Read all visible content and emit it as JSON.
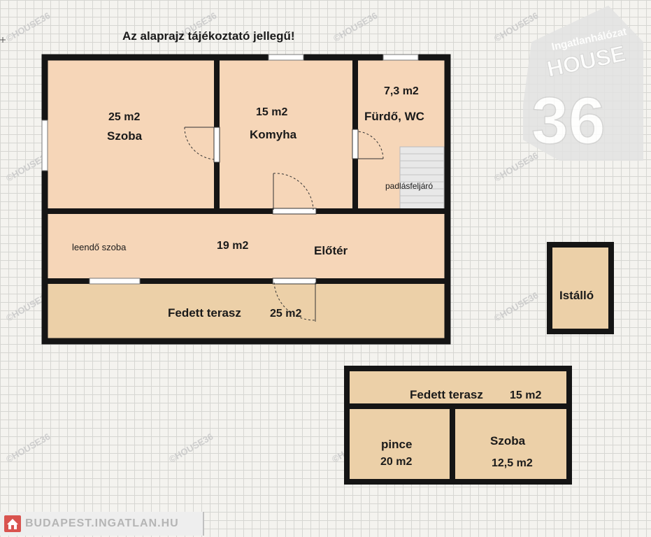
{
  "title": "Az alaprajz tájékoztató jellegű!",
  "rooms": {
    "szoba1": {
      "area": "25 m2",
      "name": "Szoba"
    },
    "konyha": {
      "area": "15 m2",
      "name": "Komyha"
    },
    "furdo": {
      "area": "7,3 m2",
      "name": "Fürdő, WC"
    },
    "padlas": {
      "name": "padlásfeljáró"
    },
    "eloter": {
      "note": "leendő szoba",
      "area": "19 m2",
      "name": "Előtér"
    },
    "terasz1": {
      "name": "Fedett terasz",
      "area": "25 m2"
    },
    "istallo": {
      "name": "Istálló"
    },
    "terasz2": {
      "name": "Fedett terasz",
      "area": "15 m2"
    },
    "pince": {
      "name": "pince",
      "area": "20 m2"
    },
    "szoba2": {
      "name": "Szoba",
      "area": "12,5 m2"
    }
  },
  "watermark": {
    "text": "©HOUSE36",
    "logo_top": "Ingatlanhálózat",
    "logo_mid": "HOUSE",
    "logo_num": "36"
  },
  "footer": {
    "brand": "BUDAPEST.INGATLAN.HU"
  },
  "colors": {
    "room_fill": "#f6d6b8",
    "terrace_fill": "#ecd0a8",
    "wall": "#151515",
    "footer_accent": "#d9534f"
  }
}
